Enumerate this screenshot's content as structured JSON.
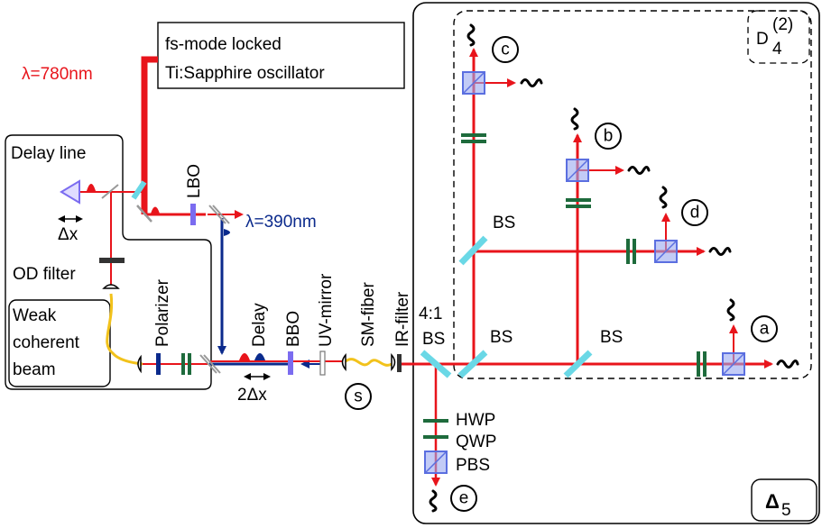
{
  "colors": {
    "beam_red": "#e8141b",
    "beam_blue": "#0b2a8c",
    "optic_cyan": "#6ad8e6",
    "waveplate_green": "#1e6b3c",
    "pbs_fill": "#9aa8f0",
    "pbs_stroke": "#5b6fe0",
    "fiber_yellow": "#f2c21b",
    "filter_dark": "#333333",
    "lbo_purple": "#7b6cf0"
  },
  "labels": {
    "laser_line1": "fs-mode locked",
    "laser_line2": "Ti:Sapphire oscillator",
    "wavelength_ir": "λ=780nm",
    "wavelength_uv": "λ=390nm",
    "delay_line": "Delay line",
    "delta_x": "Δx",
    "lbo": "LBO",
    "od_filter": "OD filter",
    "weak_line1": "Weak",
    "weak_line2": "coherent",
    "weak_line3": "beam",
    "polarizer": "Polarizer",
    "delay": "Delay",
    "two_delta_x": "2Δx",
    "bbo": "BBO",
    "uv_mirror": "UV-mirror",
    "sm_fiber": "SM-fiber",
    "ir_filter": "IR-filter",
    "ratio": "4:1",
    "bs_main": "BS",
    "bs_a": "BS",
    "bs_b": "BS",
    "bs_c": "BS",
    "hwp": "HWP",
    "qwp": "QWP",
    "pbs": "PBS",
    "delta5_symbol": "Δ",
    "delta5_sub": "5",
    "d4_symbol": "D",
    "d4_sub": "4",
    "d4_sup": "(2)"
  },
  "detectors": {
    "a": "a",
    "b": "b",
    "c": "c",
    "d": "d",
    "e": "e",
    "s": "s"
  }
}
